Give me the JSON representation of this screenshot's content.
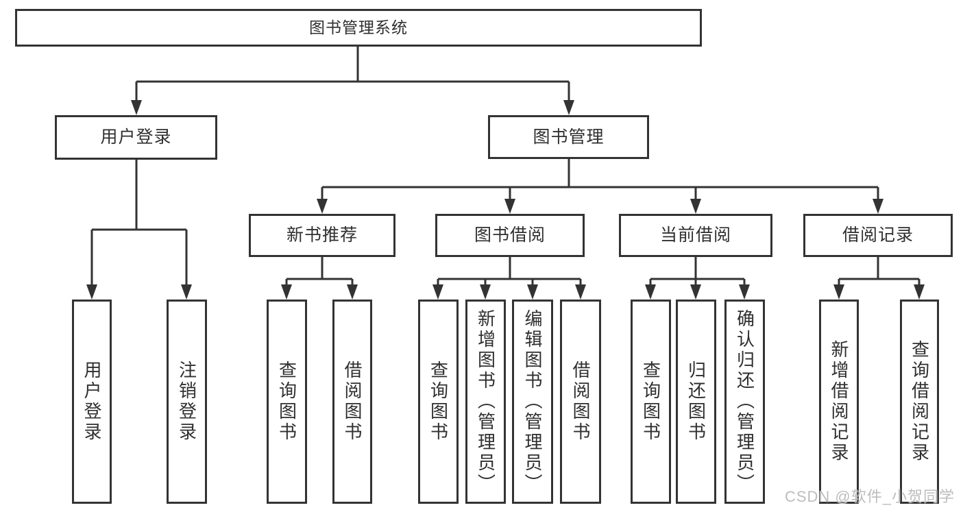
{
  "diagram": {
    "root": {
      "label": "图书管理系统",
      "children": [
        {
          "label": "用户登录",
          "children": [
            {
              "label": "用户登录"
            },
            {
              "label": "注销登录"
            }
          ]
        },
        {
          "label": "图书管理",
          "children": [
            {
              "label": "新书推荐",
              "children": [
                {
                  "label": "查询图书"
                },
                {
                  "label": "借阅图书"
                }
              ]
            },
            {
              "label": "图书借阅",
              "children": [
                {
                  "label": "查询图书"
                },
                {
                  "label": "新增图书（管理员）"
                },
                {
                  "label": "编辑图书（管理员）"
                },
                {
                  "label": "借阅图书"
                }
              ]
            },
            {
              "label": "当前借阅",
              "children": [
                {
                  "label": "查询图书"
                },
                {
                  "label": "归还图书"
                },
                {
                  "label": "确认归还（管理员）"
                }
              ]
            },
            {
              "label": "借阅记录",
              "children": [
                {
                  "label": "新增借阅记录"
                },
                {
                  "label": "查询借阅记录"
                }
              ]
            }
          ]
        }
      ]
    }
  },
  "watermark": "CSDN @软件_小贺同学",
  "colors": {
    "line": "#333333",
    "box_border": "#333333",
    "box_fill": "#ffffff",
    "watermark_gray": "#bdbdbd"
  }
}
